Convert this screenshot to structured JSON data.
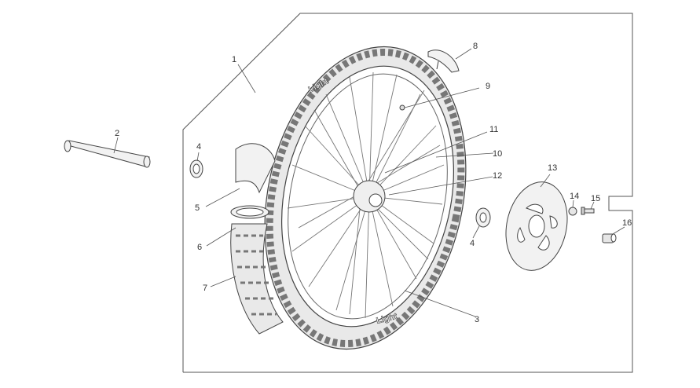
{
  "diagram": {
    "callouts": [
      "1",
      "2",
      "3",
      "4",
      "4",
      "5",
      "6",
      "7",
      "8",
      "9",
      "10",
      "11",
      "12",
      "13",
      "14",
      "15",
      "16"
    ],
    "tire_brand": "Light"
  }
}
